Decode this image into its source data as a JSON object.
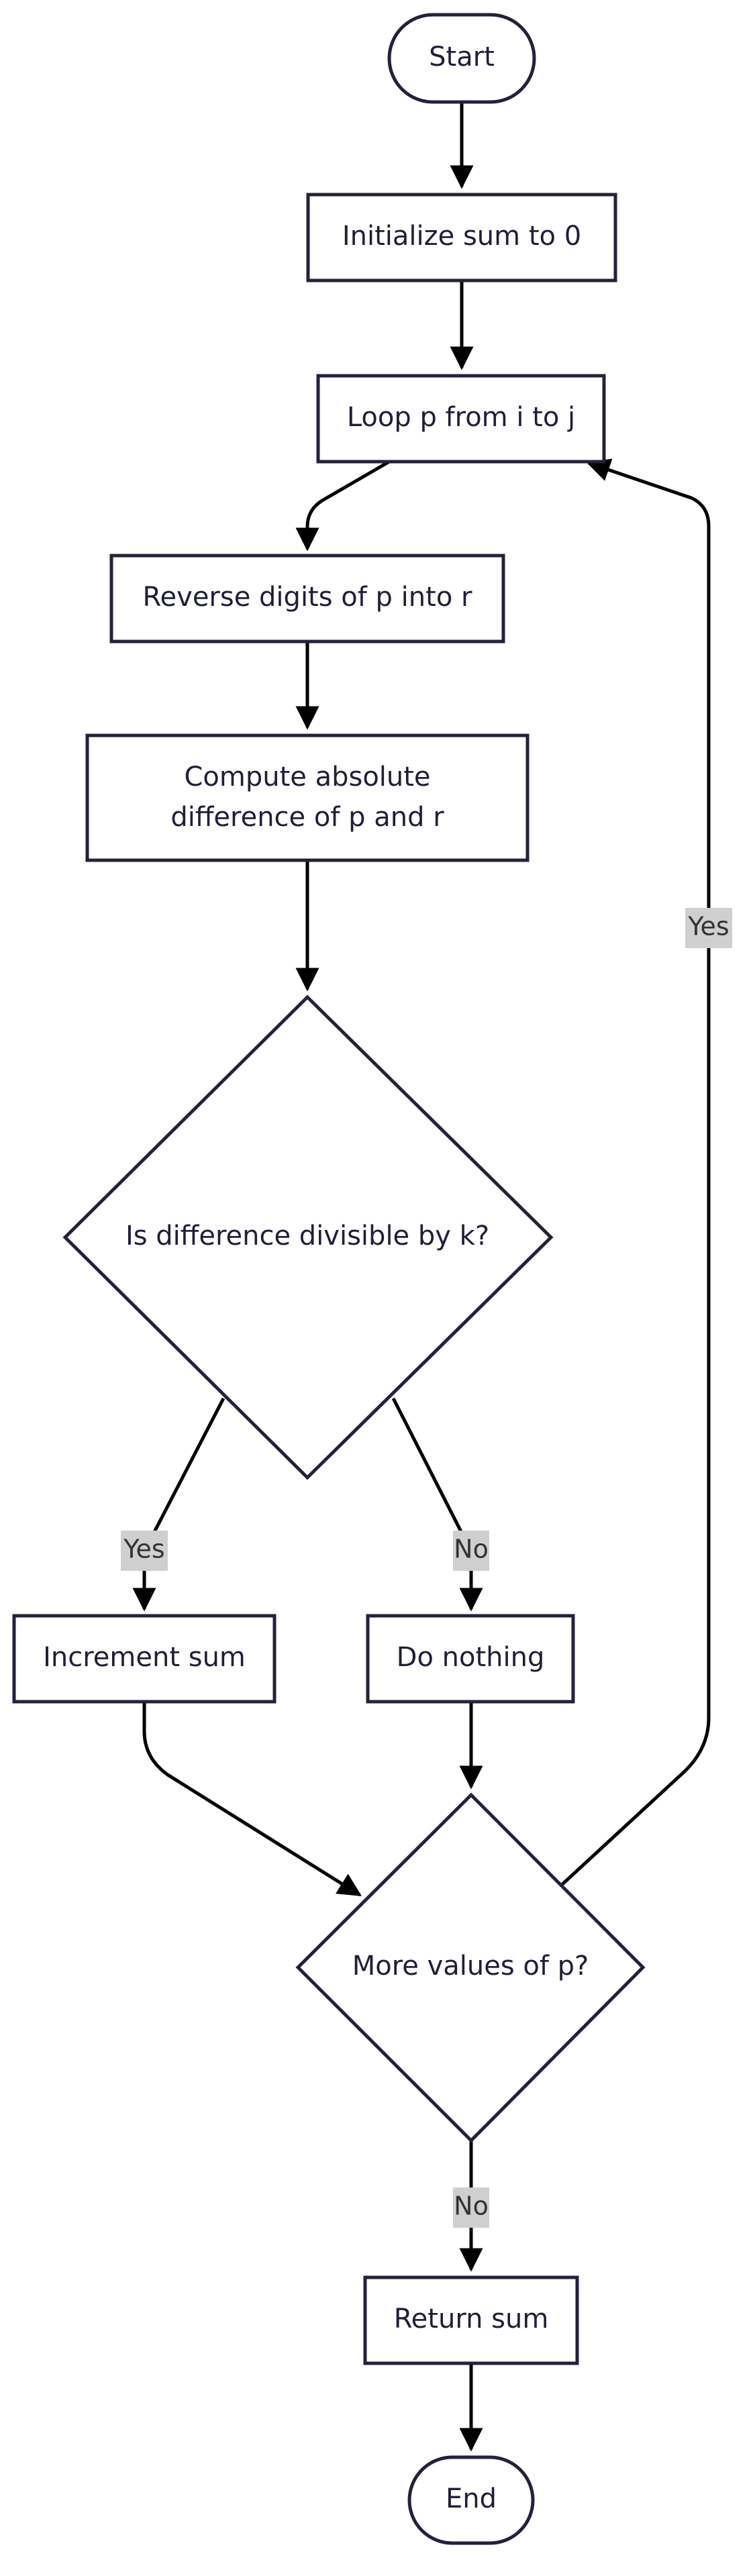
{
  "nodes": {
    "start": "Start",
    "init_sum": "Initialize sum to 0",
    "loop_p": "Loop p from i to j",
    "reverse_digits": "Reverse digits of p into r",
    "compute_diff_line1": "Compute absolute",
    "compute_diff_line2": "difference of p and r",
    "divisible_check": "Is difference divisible by k?",
    "increment_sum": "Increment sum",
    "do_nothing": "Do nothing",
    "more_values": "More values of p?",
    "return_sum": "Return sum",
    "end": "End"
  },
  "edge_labels": {
    "divisible_yes": "Yes",
    "divisible_no": "No",
    "more_yes": "Yes",
    "more_no": "No"
  },
  "colors": {
    "node_stroke": "#24213b",
    "node_fill": "#ffffff",
    "edge_stroke": "#000000",
    "label_background": "#cfcfcf",
    "text": "#1f1f3a"
  }
}
